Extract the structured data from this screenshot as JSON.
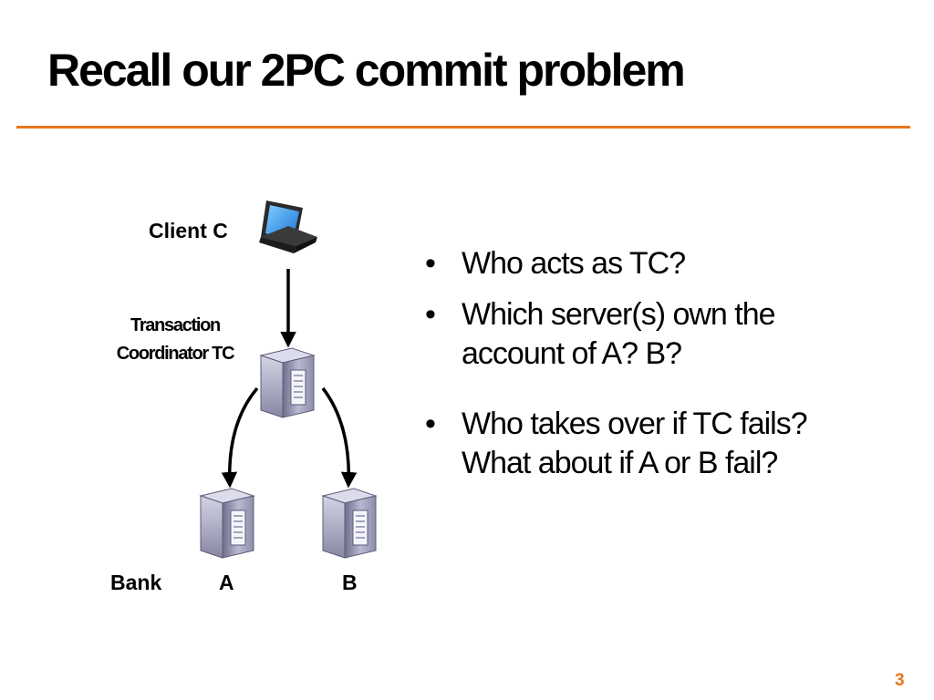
{
  "slide": {
    "title": "Recall our 2PC commit problem",
    "page_number": "3",
    "accent_color": "#e8761e"
  },
  "diagram": {
    "client_label": "Client C",
    "tc_label_line1": "Transaction",
    "tc_label_line2": "Coordinator TC",
    "bank_label": "Bank",
    "server_a_label": "A",
    "server_b_label": "B",
    "icons": [
      "laptop-icon",
      "server-icon",
      "server-icon",
      "server-icon"
    ]
  },
  "bullets": [
    {
      "lines": [
        "Who acts as TC?"
      ]
    },
    {
      "lines": [
        "Which server(s) own the",
        "account of A?  B?"
      ]
    },
    {
      "lines": [
        "Who takes over if TC fails?",
        "What about if A or B fail?"
      ]
    }
  ]
}
